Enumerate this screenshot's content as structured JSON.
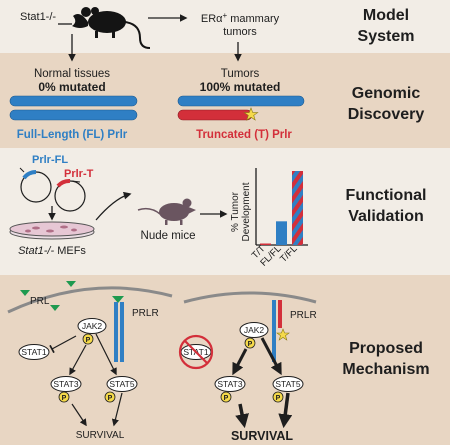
{
  "colors": {
    "band_light": "#f2ede6",
    "band_tan": "#e8d6c3",
    "blue": "#2f7fc4",
    "red": "#d32f3a",
    "green": "#1e9a4f",
    "yellow": "#f5d94a",
    "mouse_dark": "#141414",
    "mouse_gray": "#6a5560",
    "membrane": "#8a8a8a",
    "text": "#1e1e1e"
  },
  "sections": [
    {
      "title_line1": "Model",
      "title_line2": "System"
    },
    {
      "title_line1": "Genomic",
      "title_line2": "Discovery"
    },
    {
      "title_line1": "Functional",
      "title_line2": "Validation"
    },
    {
      "title_line1": "Proposed",
      "title_line2": "Mechanism"
    }
  ],
  "model": {
    "strain": "Stat1-/-",
    "tumors_line1": "ERα",
    "tumors_sup": "+",
    "tumors_line1_rest": " mammary",
    "tumors_line2": "tumors"
  },
  "genomic": {
    "normal_label": "Normal tissues",
    "normal_pct": "0% mutated",
    "tumor_label": "Tumors",
    "tumor_pct": "100% mutated",
    "fl_caption": "Full-Length (FL) Prlr",
    "t_caption": "Truncated (T) Prlr"
  },
  "functional": {
    "plasmid_fl": "Prlr-FL",
    "plasmid_t": "Prlr-T",
    "mefs_prefix": "Stat1-/-",
    "mefs_suffix": " MEFs",
    "nude_mice": "Nude mice",
    "y_axis_line1": "% Tumor",
    "y_axis_line2": "Development"
  },
  "chart_data": {
    "type": "bar",
    "categories": [
      "T/T",
      "FL/FL",
      "T/FL"
    ],
    "values": [
      2,
      32,
      100
    ],
    "ylim": [
      0,
      100
    ],
    "ylabel": "% Tumor Development",
    "bar_styles": [
      "red",
      "blue",
      "red-blue-stripes"
    ]
  },
  "mechanism": {
    "prl": "PRL",
    "prlr": "PRLR",
    "jak2": "JAK2",
    "stat1": "STAT1",
    "stat3": "STAT3",
    "stat5": "STAT5",
    "p": "P",
    "survival_left": "SURVIVAL",
    "survival_right": "SURVIVAL"
  }
}
